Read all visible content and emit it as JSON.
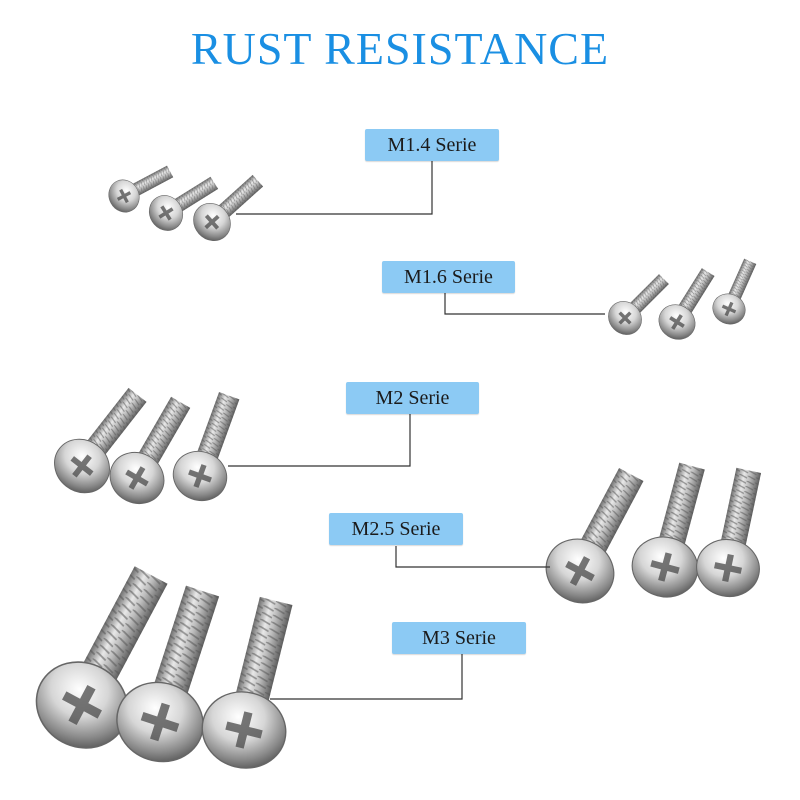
{
  "title": "RUST RESISTANCE",
  "series": [
    {
      "label": "M1.4 Serie"
    },
    {
      "label": "M1.6 Serie"
    },
    {
      "label": "M2 Serie"
    },
    {
      "label": "M2.5 Serie"
    },
    {
      "label": "M3 Serie"
    }
  ],
  "colors": {
    "title": "#1a8fe3",
    "label_bg": "#8ccaf4",
    "leader_line": "#333333"
  }
}
